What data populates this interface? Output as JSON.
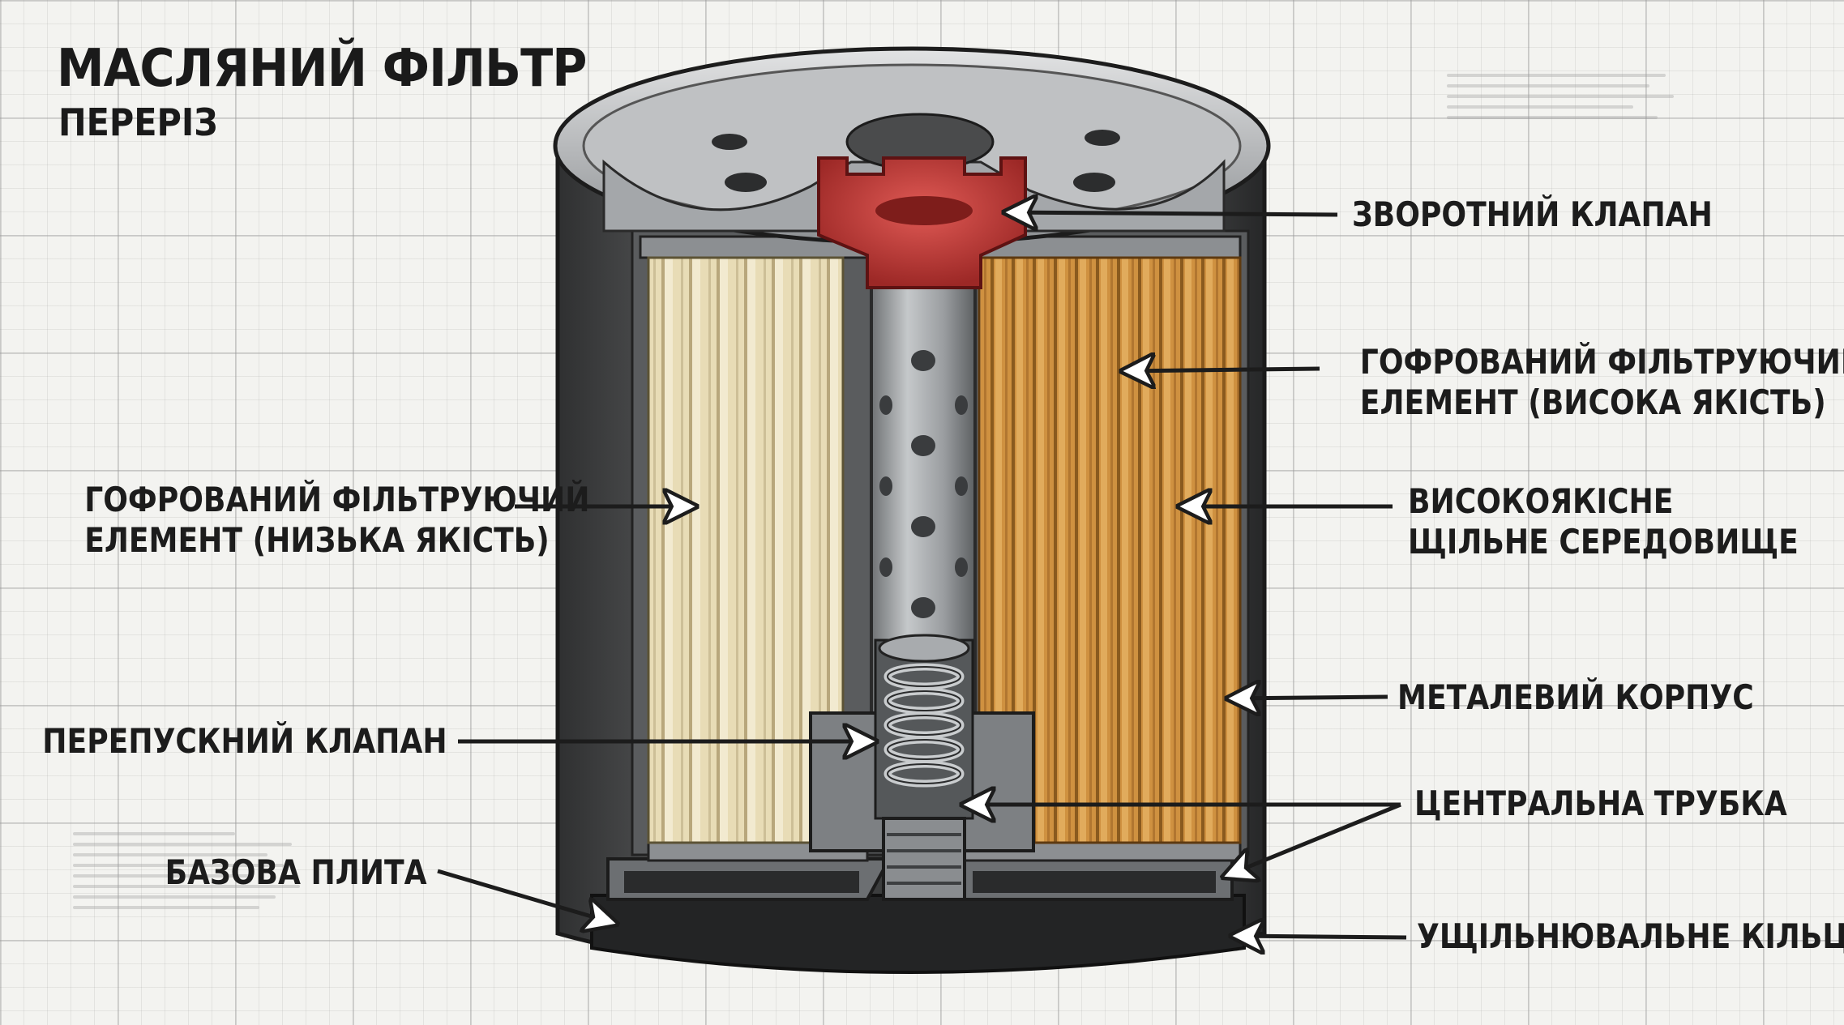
{
  "title": "МАСЛЯНИЙ ФІЛЬТР",
  "subtitle": "ПЕРЕРІЗ",
  "labels": {
    "check_valve": "ЗВОРОТНИЙ КЛАПАН",
    "pleated_high_line1": "ГОФРОВАНИЙ ФІЛЬТРУЮЧИЙ",
    "pleated_high_line2": "ЕЛЕМЕНТ (ВИСОКА ЯКІСТЬ)",
    "pleated_low_line1": "ГОФРОВАНИЙ ФІЛЬТРУЮЧИЙ",
    "pleated_low_line2": "ЕЛЕМЕНТ (НИЗЬКА ЯКІСТЬ)",
    "media_line1": "ВИСОКОЯКІСНЕ",
    "media_line2": "ЩІЛЬНЕ СЕРЕДОВИЩЕ",
    "metal_housing": "МЕТАЛЕВИЙ КОРПУС",
    "bypass_valve": "ПЕРЕПУСКНИЙ КЛАПАН",
    "center_tube": "ЦЕНТРАЛЬНА ТРУБКА",
    "base_plate": "БАЗОВА ПЛИТА",
    "gasket": "УЩІЛЬНЮВАЛЬНЕ КІЛЬЦЕ"
  },
  "colors": {
    "housing": "#3c3d3e",
    "low_media": "#e4d7ad",
    "high_media": "#cf9140",
    "valve_red": "#c63a38",
    "steel": "#9c9fa2",
    "ink": "#1c1c1c"
  }
}
